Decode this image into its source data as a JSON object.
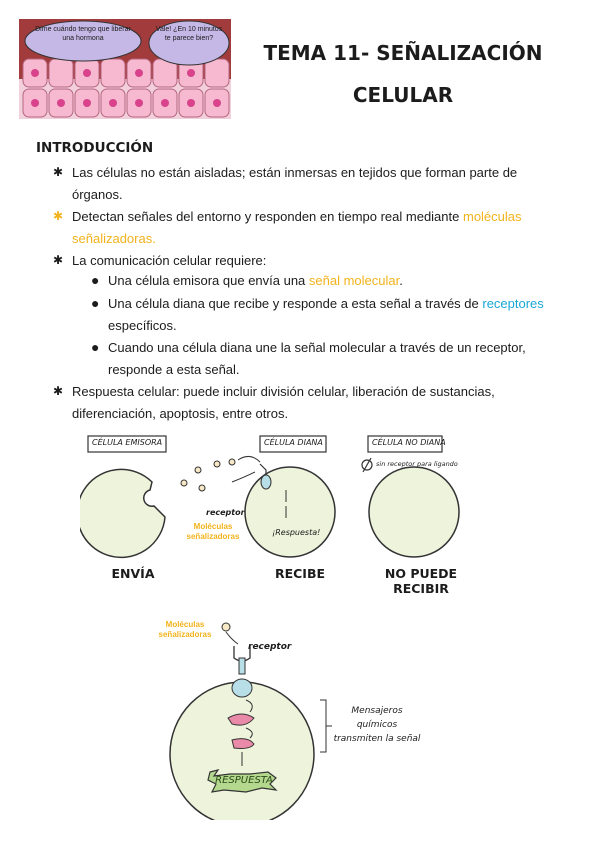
{
  "banner": {
    "bubble_left": "Dime cuándo tengo que liberar una hormona",
    "bubble_right": "Vale! ¿En 10 minutos te parece bien?"
  },
  "title": {
    "line1": "TEMA 11- SEÑALIZACIÓN",
    "line2": "CELULAR"
  },
  "intro": {
    "heading": "INTRODUCCIÓN",
    "b1": "Las células no están aisladas; están inmersas en tejidos que forman parte de órganos.",
    "b2_a": "Detectan señales del entorno y responden en tiempo real mediante ",
    "b2_b": "moléculas señalizadoras.",
    "b3": "La comunicación celular requiere:",
    "s1_a": "Una célula emisora que envía una ",
    "s1_b": "señal molecular",
    "s1_c": ".",
    "s2_a": "Una célula diana que recibe y responde a esta señal a través de ",
    "s2_b": "receptores",
    "s2_c": " específicos.",
    "s3": "Cuando una célula diana une la señal molecular a través de un receptor, responde a esta señal.",
    "b4": "Respuesta celular: puede incluir división celular, liberación de sustancias, diferenciación, apoptosis, entre otros."
  },
  "diagram1": {
    "label_emisora": "CÉLULA EMISORA",
    "label_diana": "CÉLULA DIANA",
    "label_no_diana": "CÉLULA NO DIANA",
    "no_receptor": "sin receptor para ligando",
    "receptor": "receptor",
    "moleculas": "Moléculas señalizadoras",
    "respuesta": "¡Respuesta!",
    "cap_envia": "ENVÍA",
    "cap_recibe": "RECIBE",
    "cap_no": "NO PUEDE RECIBIR"
  },
  "diagram2": {
    "moleculas": "Moléculas señalizadoras",
    "receptor": "receptor",
    "mensajeros": "Mensajeros químicos transmiten la señal",
    "respuesta": "RESPUESTA"
  },
  "colors": {
    "yellow": "#f2b31c",
    "cyan": "#19a7d6",
    "cell_fill": "#eef3dc",
    "pink": "#e88aa8"
  }
}
